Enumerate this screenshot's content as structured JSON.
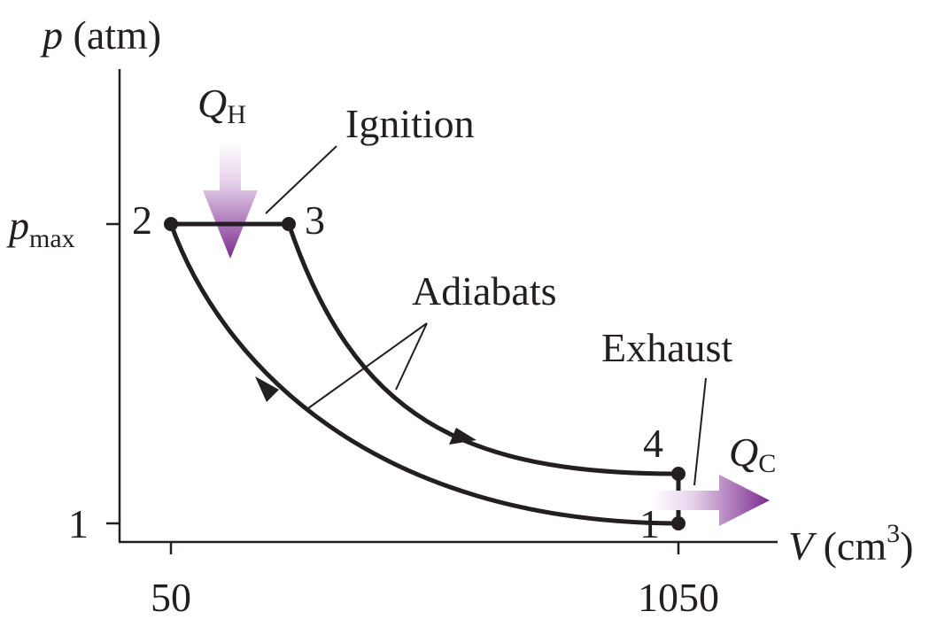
{
  "axes": {
    "y_symbol": "p",
    "y_unit": " (atm)",
    "x_symbol": "V",
    "x_unit_open": " (cm",
    "x_unit_power": "3",
    "x_unit_close": ")",
    "y_ticks": [
      {
        "main": "p",
        "sub": "max"
      },
      {
        "main": "1",
        "sub": ""
      }
    ],
    "x_ticks": [
      "50",
      "1050"
    ]
  },
  "points": {
    "p1": "1",
    "p2": "2",
    "p3": "3",
    "p4": "4"
  },
  "heat": {
    "hot_symbol": "Q",
    "hot_sub": "H",
    "cold_symbol": "Q",
    "cold_sub": "C"
  },
  "annotations": {
    "ignition": "Ignition",
    "adiabats": "Adiabats",
    "exhaust": "Exhaust"
  },
  "colors": {
    "ink": "#231f20",
    "arrow_purple": "#7b2c8e",
    "arrow_light": "#f3e8f5"
  }
}
